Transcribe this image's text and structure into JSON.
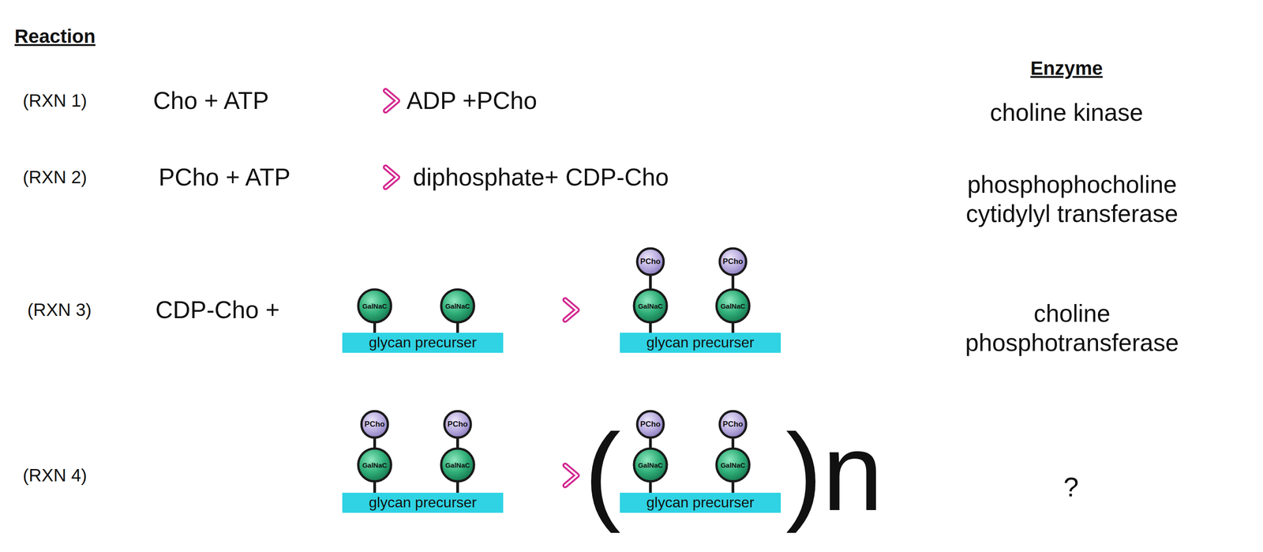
{
  "diagram": {
    "nodes": [
      {
        "text": [
          "GalNaC"
        ]
      },
      {
        "text": [
          "GalNaC"
        ]
      },
      {
        "text": [
          "glycan precurser"
        ]
      },
      {
        "text": [
          "PCho"
        ]
      },
      {
        "text": [
          "PCho"
        ]
      },
      {
        "text": [
          "GalNaC"
        ]
      },
      {
        "text": [
          "GalNaC"
        ]
      },
      {
        "text": [
          "glycan precurser"
        ]
      },
      {
        "text": [
          "PCho"
        ]
      },
      {
        "text": [
          "PCho"
        ]
      },
      {
        "text": [
          "GalNaC"
        ]
      },
      {
        "text": [
          "GalNaC"
        ]
      },
      {
        "text": [
          "glycan precurser"
        ]
      },
      {
        "text": [
          "PCho"
        ]
      },
      {
        "text": [
          "PCho"
        ]
      },
      {
        "text": [
          "GalNaC"
        ]
      },
      {
        "text": [
          "GalNaC"
        ]
      },
      {
        "text": [
          "glycan precurser"
        ]
      }
    ],
    "labels": [
      "Reaction",
      "Enzyme",
      "(RXN 1)",
      "Cho + ATP",
      "ADP +PCho",
      "choline kinase",
      "(RXN 2)",
      "PCho + ATP",
      "diphosphate+ CDP-Cho",
      "phosphophocholine cytidylyl transferase",
      "(RXN 3)",
      "CDP-Cho +",
      "choline phosphotransferase",
      "(RXN 4)",
      "(",
      ")n",
      "?"
    ]
  }
}
